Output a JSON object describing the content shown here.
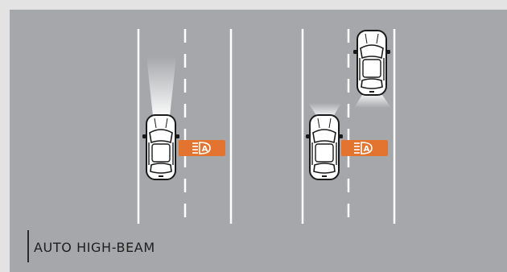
{
  "caption": {
    "text": "AUTO HIGH-BEAM"
  },
  "colors": {
    "background_outer": "#e3e3e3",
    "road": "#a5a7aa",
    "lane_line": "#ffffff",
    "indicator": "#e3742f",
    "car_body": "#ffffff",
    "car_outline": "#1a1a1a"
  },
  "scenes": [
    {
      "name": "no-oncoming-traffic",
      "headlight": "high-beam",
      "indicator_icon": "auto-high-beam-icon"
    },
    {
      "name": "vehicle-ahead",
      "headlight": "low-beam",
      "indicator_icon": "auto-high-beam-icon"
    }
  ]
}
